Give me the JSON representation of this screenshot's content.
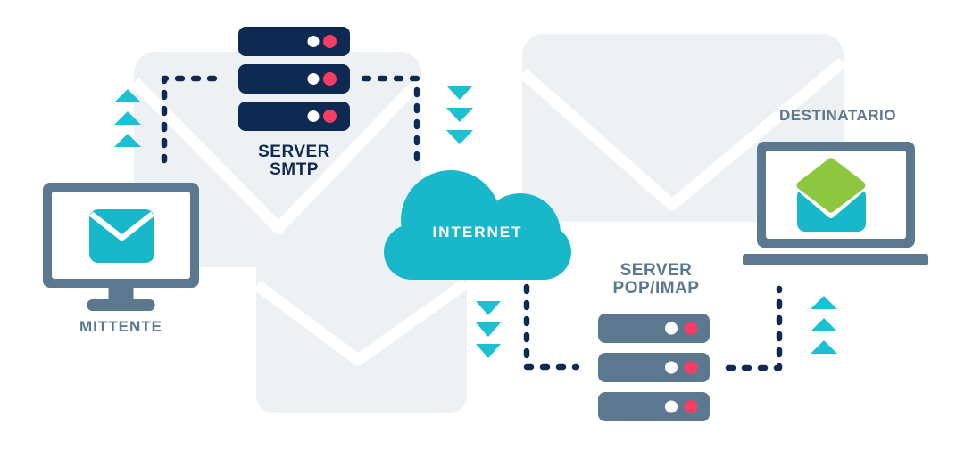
{
  "diagram": {
    "description": "email flow diagram",
    "nodes": {
      "sender": {
        "label": "MITTENTE",
        "icon": "monitor-with-closed-envelope-icon"
      },
      "smtp": {
        "label_line1": "SERVER",
        "label_line2": "SMTP",
        "icon": "server-stack-icon"
      },
      "internet": {
        "label": "INTERNET",
        "icon": "cloud-icon"
      },
      "pop_imap": {
        "label_line1": "SERVER",
        "label_line2": "POP/IMAP",
        "icon": "server-stack-icon"
      },
      "recipient": {
        "label": "DESTINATARIO",
        "icon": "laptop-with-open-envelope-icon"
      }
    },
    "connections": [
      "sender to smtp (dotted, up arrows)",
      "smtp to internet (dotted, down arrows)",
      "internet to pop_imap (dotted, down arrows)",
      "pop_imap to recipient (dotted, up arrows)"
    ]
  },
  "colors": {
    "navy": "#0e2a52",
    "slate": "#5c7891",
    "teal": "#18b8ca",
    "arrow_teal": "#1cc0d2",
    "pink": "#f63d63",
    "lime": "#8dc63f",
    "envelope_gray": "#edf1f4",
    "background": "#ffffff"
  }
}
